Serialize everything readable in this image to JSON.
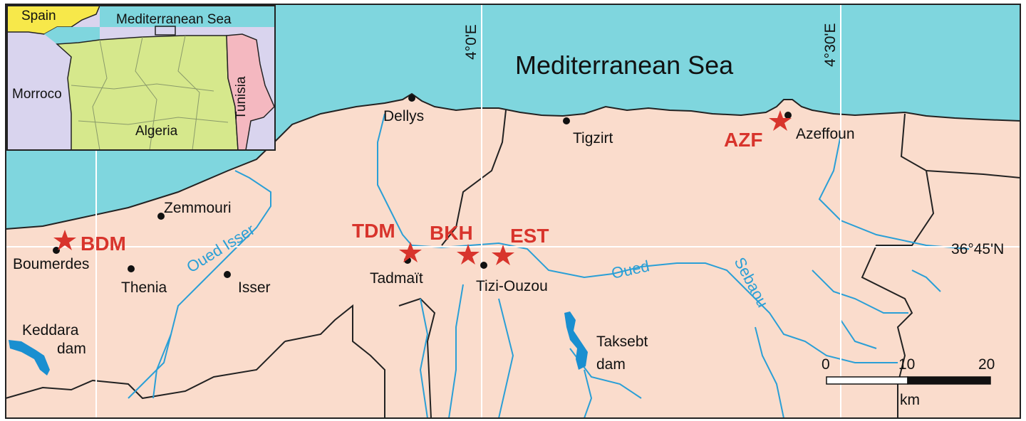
{
  "colors": {
    "sea": "#7fd6de",
    "land": "#fadccc",
    "river": "#2a9fd6",
    "site": "#d8342c",
    "inset_algeria": "#d6e88c",
    "inset_morocco": "#d9d4ee",
    "inset_tunisia": "#f4b8c0",
    "inset_spain": "#f7e84a"
  },
  "sea_label": "Mediterranean Sea",
  "grid": {
    "lon_1": "4°0'E",
    "lon_2": "4°30'E",
    "lat_1": "36°45'N"
  },
  "inset": {
    "spain": "Spain",
    "sea": "Mediterranean Sea",
    "morocco": "Morroco",
    "algeria": "Algeria",
    "tunisia": "Tunisia"
  },
  "cities": {
    "dellys": "Dellys",
    "tigzirt": "Tigzirt",
    "azeffoun": "Azeffoun",
    "zemmouri": "Zemmouri",
    "boumerdes": "Boumerdes",
    "thenia": "Thenia",
    "isser": "Isser",
    "tadmait": "Tadmaït",
    "tizi_ouzou": "Tizi-Ouzou"
  },
  "sites": {
    "azf": "AZF",
    "bdm": "BDM",
    "tdm": "TDM",
    "bkh": "BKH",
    "est": "EST"
  },
  "rivers": {
    "oued_isser": "Oued Isser",
    "oued": "Oued",
    "sebaou": "Sebaou"
  },
  "dams": {
    "keddara_1": "Keddara",
    "keddara_2": "dam",
    "taksebt_1": "Taksebt",
    "taksebt_2": "dam"
  },
  "scale": {
    "label_0": "0",
    "label_10": "10",
    "label_20": "20",
    "unit": "km"
  }
}
